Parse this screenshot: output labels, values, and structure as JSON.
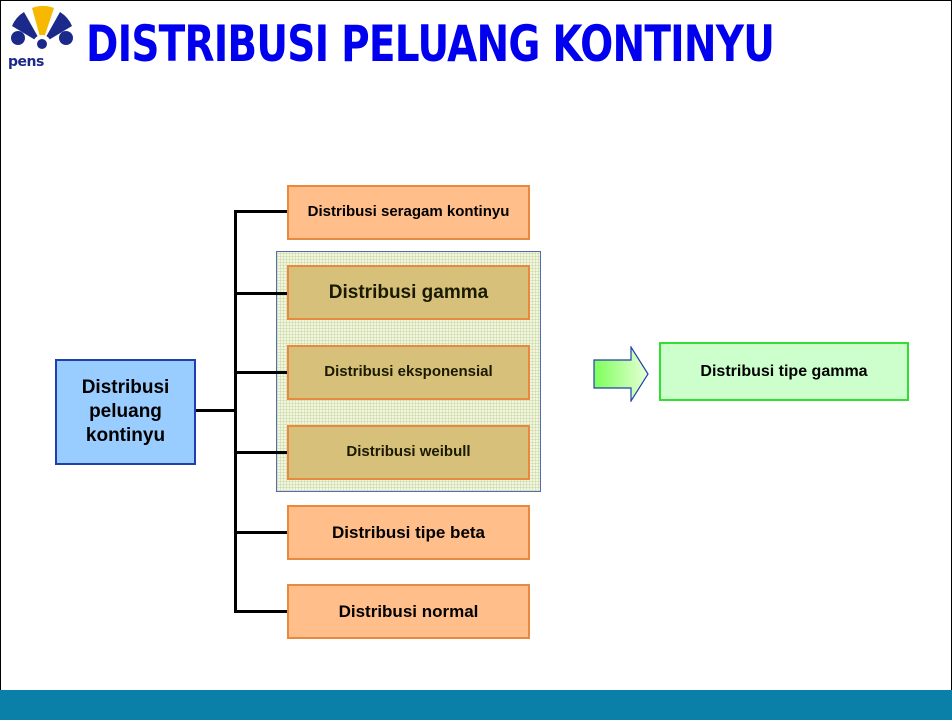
{
  "slide": {
    "title": "DISTRIBUSI PELUANG KONTINYU",
    "logo_text": "pens"
  },
  "diagram": {
    "root": "Distribusi peluang kontinyu",
    "children": [
      "Distribusi seragam kontinyu",
      "Distribusi gamma",
      "Distribusi eksponensial",
      "Distribusi weibull",
      "Distribusi tipe beta",
      "Distribusi normal"
    ],
    "result": "Distribusi tipe gamma"
  },
  "colors": {
    "title": "#0000ee",
    "orange_box": "#ffbe8a",
    "olive_box": "#d7c07a",
    "root_box": "#99ccff",
    "result_box": "#ccffcc",
    "footer": "#0a7fa8"
  }
}
